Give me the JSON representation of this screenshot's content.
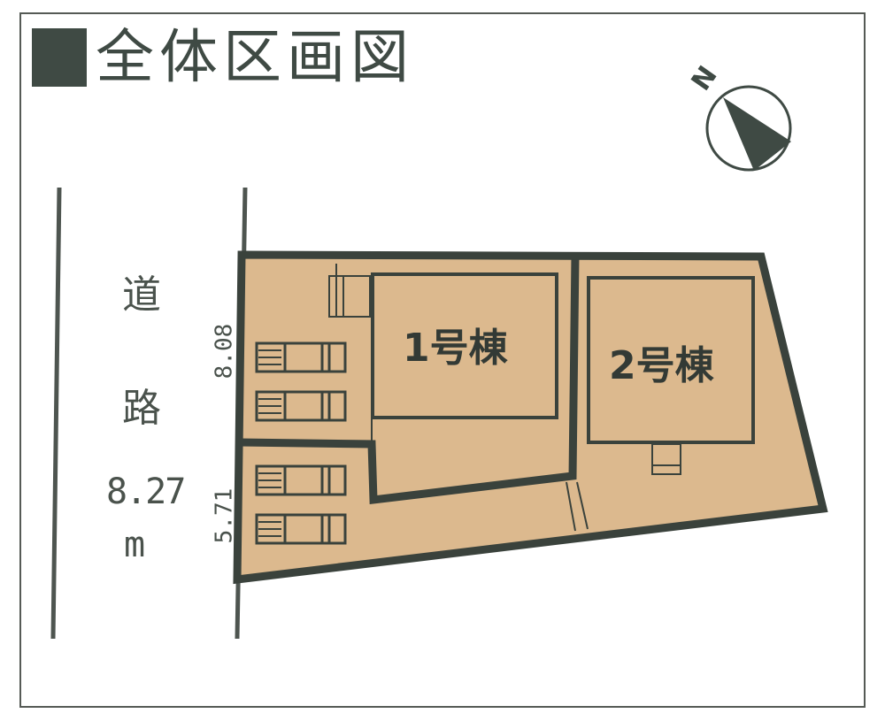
{
  "title": {
    "marker": "■",
    "text": "全体区画図"
  },
  "compass": {
    "label": "N",
    "icon": "north-arrow-icon"
  },
  "road": {
    "chars": [
      "道",
      "路"
    ],
    "width_value": "8.27",
    "width_unit": "m"
  },
  "frontage": {
    "lot1": "8.08",
    "lot2": "5.71"
  },
  "buildings": {
    "b1": {
      "label": "1号棟"
    },
    "b2": {
      "label": "2号棟"
    }
  },
  "parking": {
    "count": 4,
    "icon": "car-icon"
  },
  "colors": {
    "lot_fill": "#dcb98e",
    "line": "#3a423c",
    "title": "#3f4a44"
  }
}
